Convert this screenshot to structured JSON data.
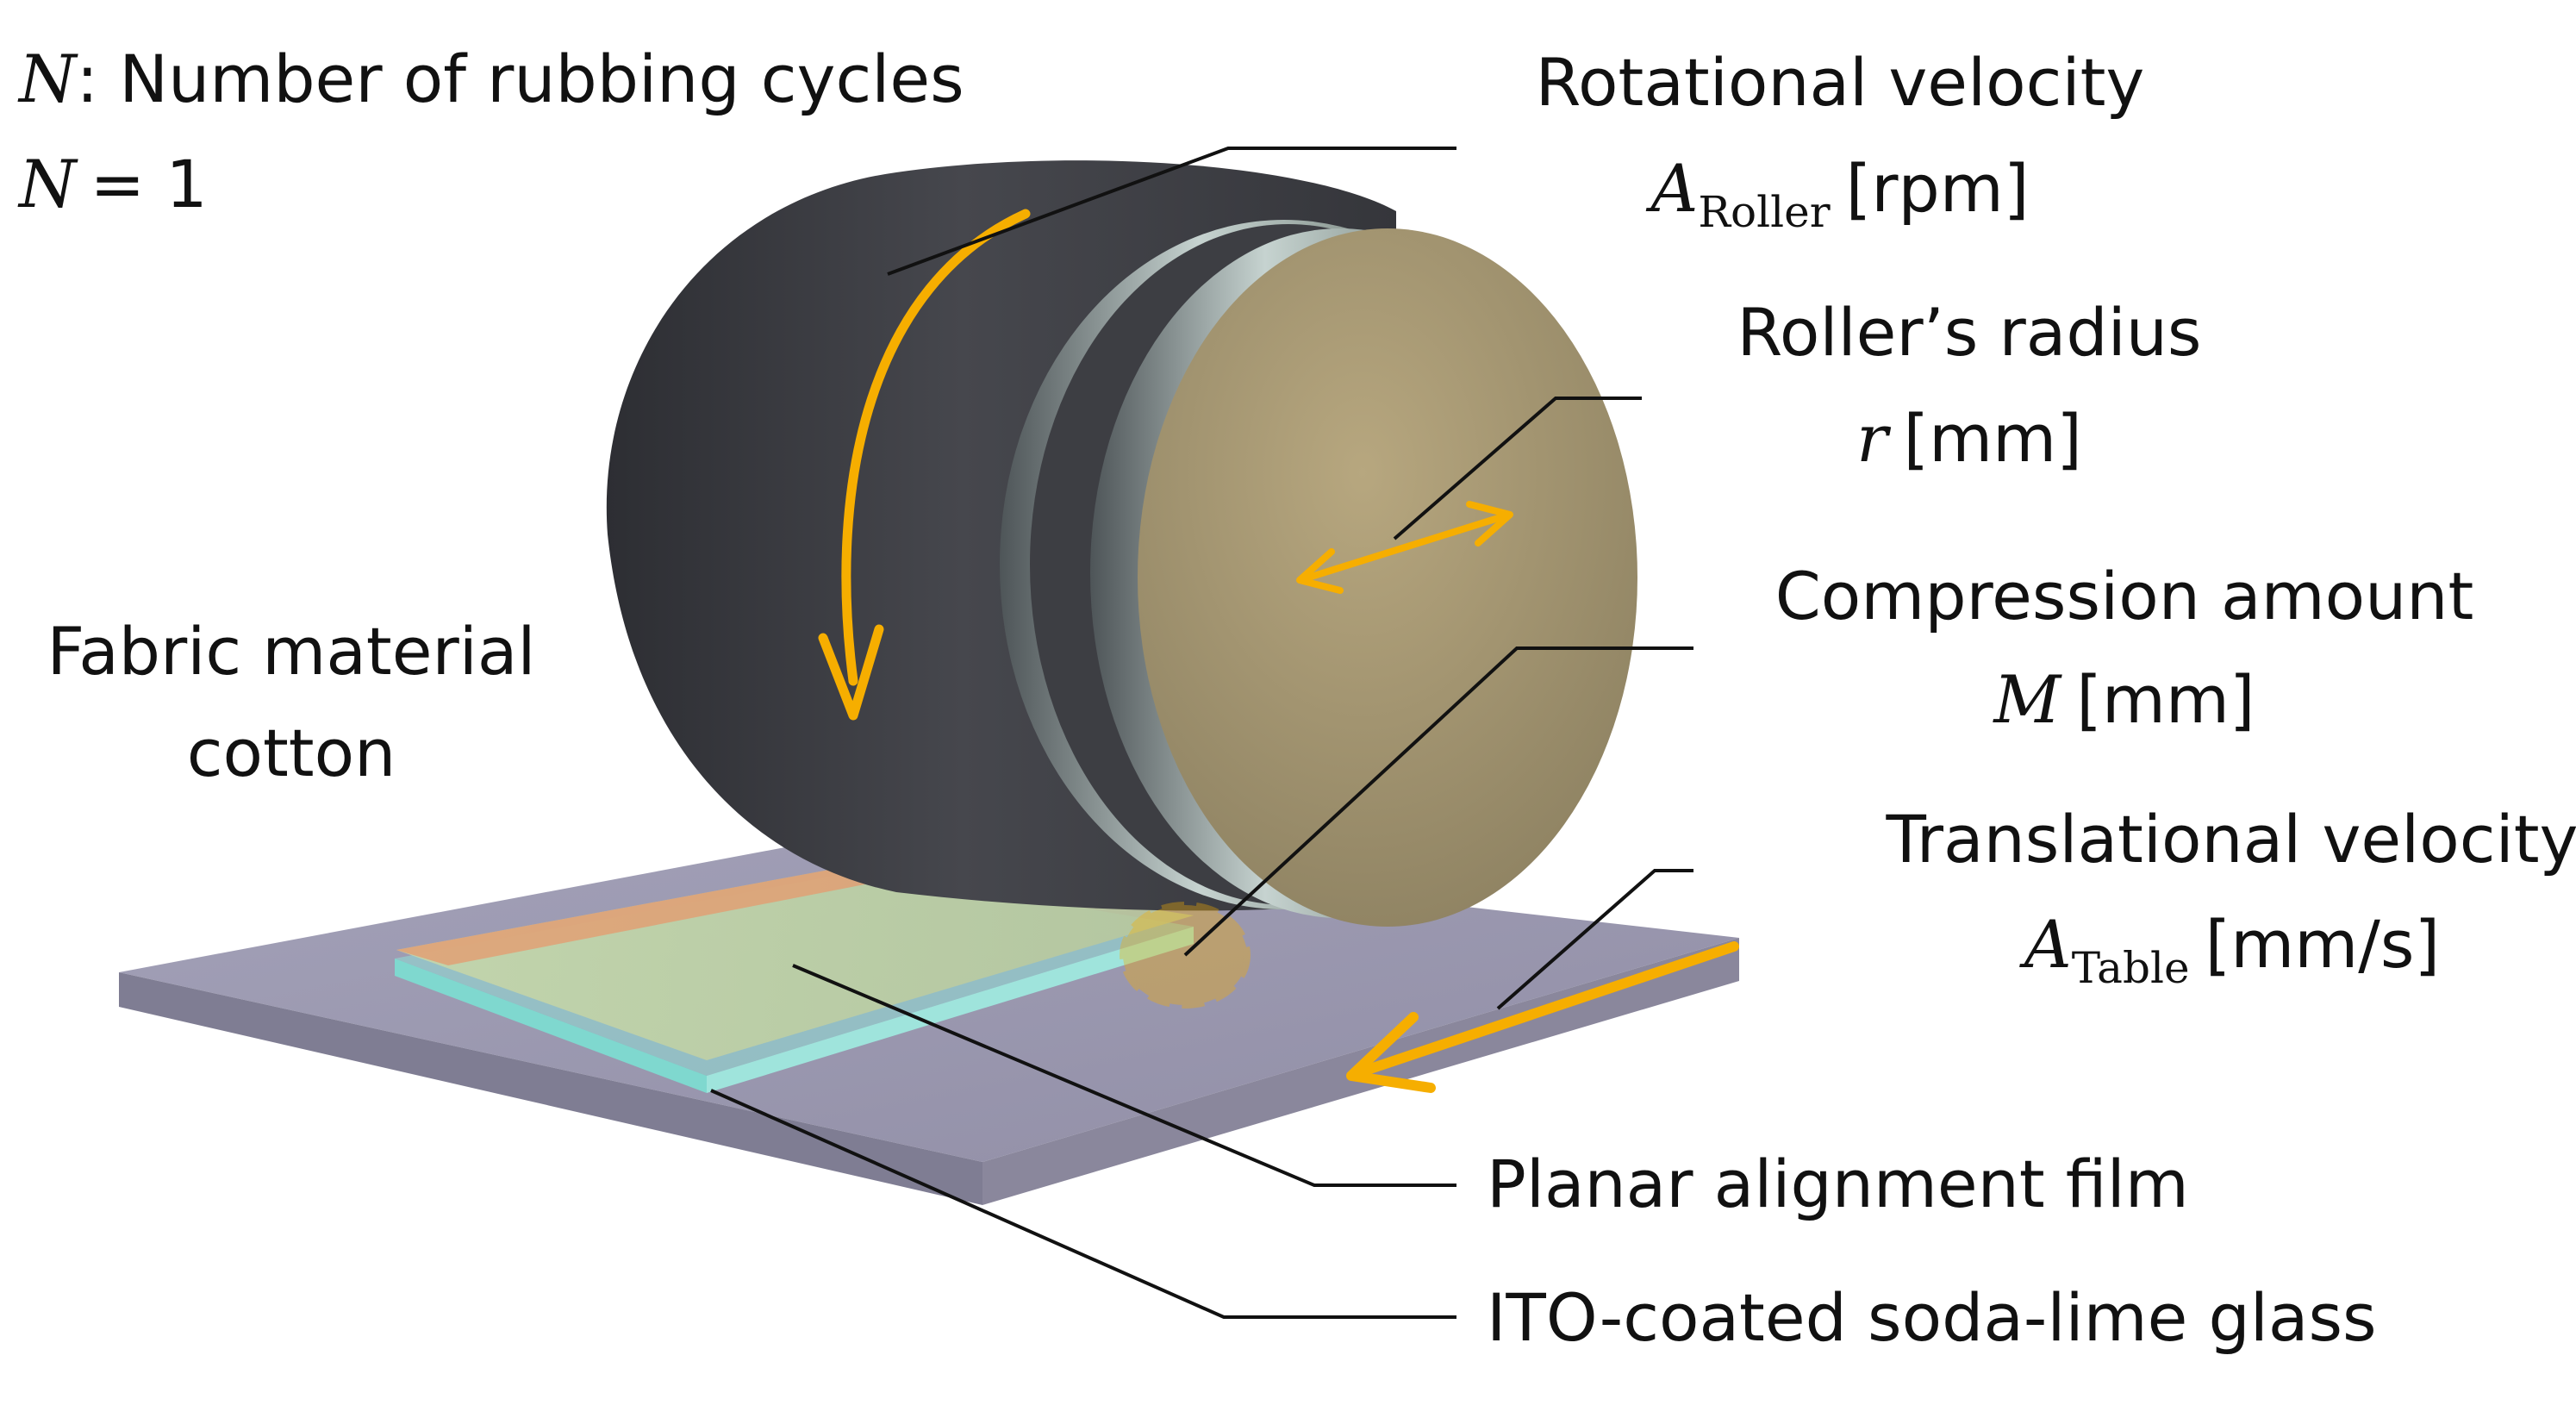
{
  "labels": {
    "rubbing_cycles_var": "N",
    "rubbing_cycles_desc": ": Number of rubbing cycles",
    "rubbing_cycles_value": "= 1",
    "rotational_velocity_title": "Rotational velocity",
    "rotational_velocity_symbol": "A",
    "rotational_velocity_sub": "Roller",
    "rotational_velocity_unit": "[rpm]",
    "roller_radius_title": "Roller’s radius",
    "roller_radius_symbol": "r",
    "roller_radius_unit": "[mm]",
    "fabric_title": "Fabric material",
    "fabric_value": "cotton",
    "compression_title": "Compression amount",
    "compression_symbol": "M",
    "compression_unit": "[mm]",
    "translational_velocity_title": "Translational velocity",
    "translational_velocity_symbol": "A",
    "translational_velocity_sub": "Table",
    "translational_velocity_unit": "[mm/s]",
    "film_label": "Planar alignment film",
    "glass_label": "ITO-coated soda-lime glass"
  },
  "colors": {
    "arrow": "#f6ae00",
    "roller_fabric": "#3c3d42",
    "roller_face": "#a89872",
    "table_top": "#9d9aaf",
    "glass_edge": "#7fd8cf",
    "film_orange": "#e69a6e"
  },
  "icons": [
    "rotation-arrow",
    "radius-double-arrow",
    "translation-arrow",
    "contact-zone-ellipse"
  ]
}
